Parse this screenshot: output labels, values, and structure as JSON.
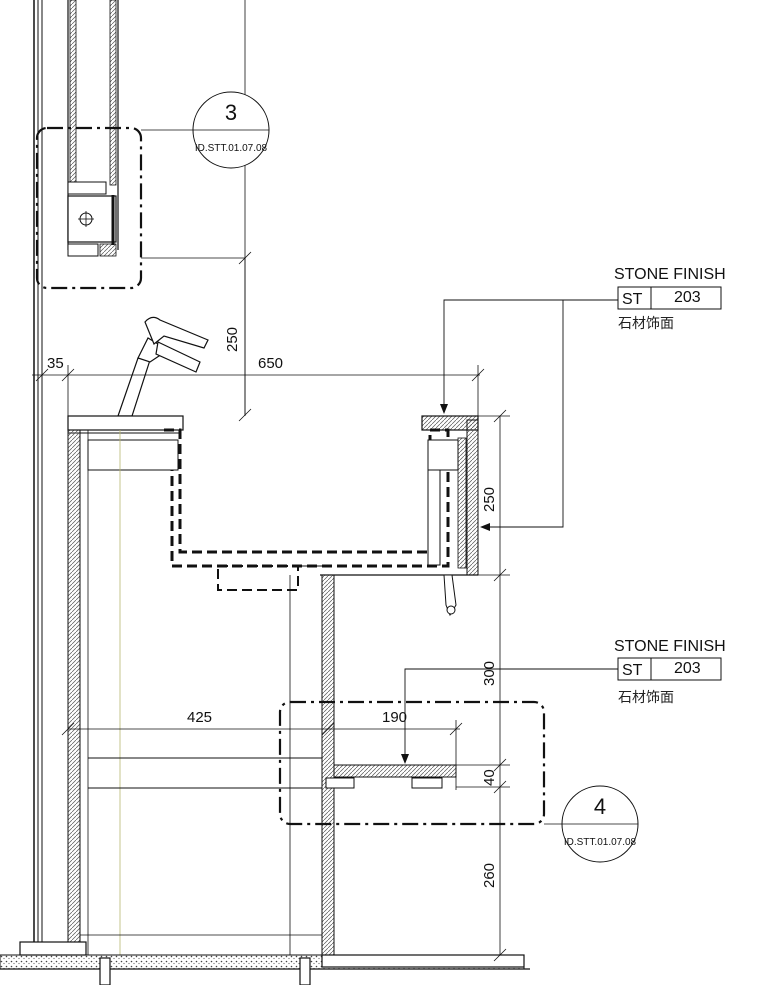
{
  "dimensions": {
    "d35": "35",
    "d650": "650",
    "d250_top": "250",
    "d250_right": "250",
    "d300": "300",
    "d425": "425",
    "d190": "190",
    "d40": "40",
    "d260": "260"
  },
  "callouts": [
    {
      "number": "3",
      "ref": "ID.STT.01.07.08"
    },
    {
      "number": "4",
      "ref": "ID.STT.01.07.08"
    }
  ],
  "finishes": [
    {
      "title": "STONE FINISH",
      "code": "ST",
      "number": "203",
      "cn": "石材饰面"
    },
    {
      "title": "STONE FINISH",
      "code": "ST",
      "number": "203",
      "cn": "石材饰面"
    }
  ]
}
